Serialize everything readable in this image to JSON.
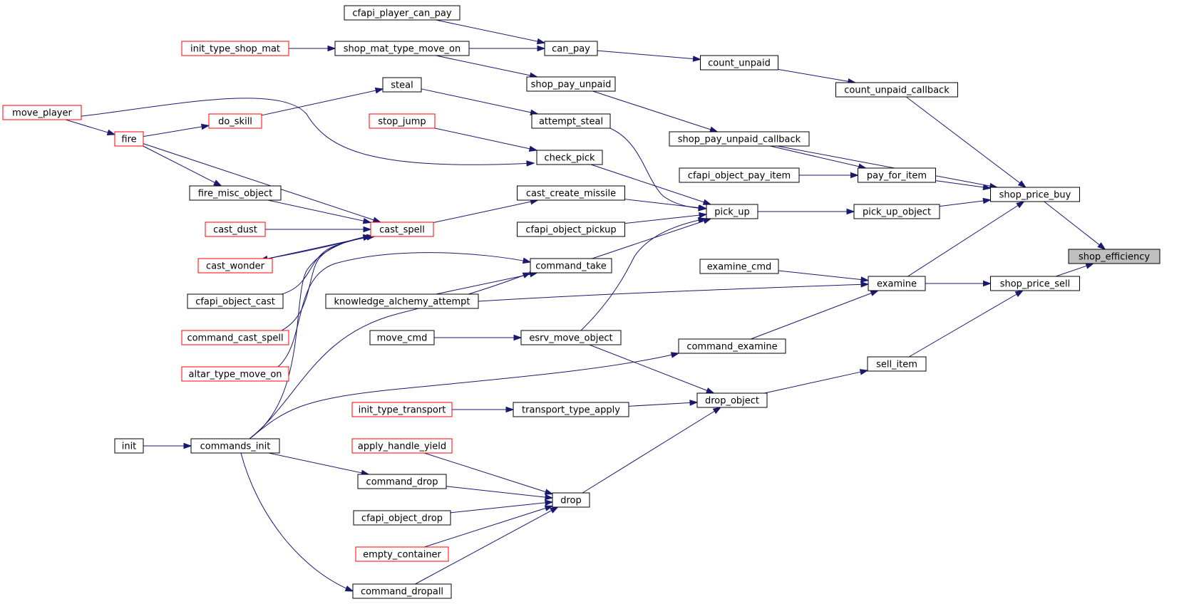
{
  "graph": {
    "title": "",
    "colors": {
      "edge": "#191970",
      "normal_border": "#000000",
      "normal_fill": "#ffffff",
      "truncated_border": "#ff0000",
      "selected_fill": "#bfbfbf",
      "text": "#000000"
    },
    "nodes": [
      {
        "id": "shop_efficiency",
        "label": "shop_efficiency",
        "style": "selected"
      },
      {
        "id": "shop_price_buy",
        "label": "shop_price_buy",
        "style": "normal"
      },
      {
        "id": "shop_price_sell",
        "label": "shop_price_sell",
        "style": "normal"
      },
      {
        "id": "count_unpaid_callback",
        "label": "count_unpaid_callback",
        "style": "normal"
      },
      {
        "id": "pay_for_item",
        "label": "pay_for_item",
        "style": "normal"
      },
      {
        "id": "pick_up_object",
        "label": "pick_up_object",
        "style": "normal"
      },
      {
        "id": "examine",
        "label": "examine",
        "style": "normal"
      },
      {
        "id": "sell_item",
        "label": "sell_item",
        "style": "normal"
      },
      {
        "id": "count_unpaid",
        "label": "count_unpaid",
        "style": "normal"
      },
      {
        "id": "shop_pay_unpaid_callback",
        "label": "shop_pay_unpaid_callback",
        "style": "normal"
      },
      {
        "id": "cfapi_object_pay_item",
        "label": "cfapi_object_pay_item",
        "style": "normal"
      },
      {
        "id": "pick_up",
        "label": "pick_up",
        "style": "normal"
      },
      {
        "id": "examine_cmd",
        "label": "examine_cmd",
        "style": "normal"
      },
      {
        "id": "command_examine",
        "label": "command_examine",
        "style": "normal"
      },
      {
        "id": "drop_object",
        "label": "drop_object",
        "style": "normal"
      },
      {
        "id": "can_pay",
        "label": "can_pay",
        "style": "normal"
      },
      {
        "id": "shop_pay_unpaid",
        "label": "shop_pay_unpaid",
        "style": "normal"
      },
      {
        "id": "attempt_steal",
        "label": "attempt_steal",
        "style": "normal"
      },
      {
        "id": "check_pick",
        "label": "check_pick",
        "style": "normal"
      },
      {
        "id": "cast_create_missile",
        "label": "cast_create_missile",
        "style": "normal"
      },
      {
        "id": "cfapi_object_pickup",
        "label": "cfapi_object_pickup",
        "style": "normal"
      },
      {
        "id": "command_take",
        "label": "command_take",
        "style": "normal"
      },
      {
        "id": "esrv_move_object",
        "label": "esrv_move_object",
        "style": "normal"
      },
      {
        "id": "transport_type_apply",
        "label": "transport_type_apply",
        "style": "normal"
      },
      {
        "id": "drop",
        "label": "drop",
        "style": "normal"
      },
      {
        "id": "cfapi_player_can_pay",
        "label": "cfapi_player_can_pay",
        "style": "normal"
      },
      {
        "id": "shop_mat_type_move_on",
        "label": "shop_mat_type_move_on",
        "style": "normal"
      },
      {
        "id": "steal",
        "label": "steal",
        "style": "normal"
      },
      {
        "id": "stop_jump",
        "label": "stop_jump",
        "style": "truncated"
      },
      {
        "id": "cast_spell",
        "label": "cast_spell",
        "style": "truncated"
      },
      {
        "id": "knowledge_alchemy_attempt",
        "label": "knowledge_alchemy_attempt",
        "style": "normal"
      },
      {
        "id": "move_cmd",
        "label": "move_cmd",
        "style": "normal"
      },
      {
        "id": "init_type_transport",
        "label": "init_type_transport",
        "style": "truncated"
      },
      {
        "id": "apply_handle_yield",
        "label": "apply_handle_yield",
        "style": "truncated"
      },
      {
        "id": "command_drop",
        "label": "command_drop",
        "style": "normal"
      },
      {
        "id": "cfapi_object_drop",
        "label": "cfapi_object_drop",
        "style": "normal"
      },
      {
        "id": "empty_container",
        "label": "empty_container",
        "style": "truncated"
      },
      {
        "id": "command_dropall",
        "label": "command_dropall",
        "style": "normal"
      },
      {
        "id": "init_type_shop_mat",
        "label": "init_type_shop_mat",
        "style": "truncated"
      },
      {
        "id": "do_skill",
        "label": "do_skill",
        "style": "truncated"
      },
      {
        "id": "fire_misc_object",
        "label": "fire_misc_object",
        "style": "normal"
      },
      {
        "id": "cast_dust",
        "label": "cast_dust",
        "style": "truncated"
      },
      {
        "id": "cast_wonder",
        "label": "cast_wonder",
        "style": "truncated"
      },
      {
        "id": "cfapi_object_cast",
        "label": "cfapi_object_cast",
        "style": "normal"
      },
      {
        "id": "command_cast_spell",
        "label": "command_cast_spell",
        "style": "truncated"
      },
      {
        "id": "altar_type_move_on",
        "label": "altar_type_move_on",
        "style": "truncated"
      },
      {
        "id": "commands_init",
        "label": "commands_init",
        "style": "normal"
      },
      {
        "id": "move_player",
        "label": "move_player",
        "style": "truncated"
      },
      {
        "id": "fire",
        "label": "fire",
        "style": "truncated"
      },
      {
        "id": "init",
        "label": "init",
        "style": "normal"
      }
    ],
    "edges": [
      {
        "from": "shop_price_buy",
        "to": "shop_efficiency"
      },
      {
        "from": "shop_price_sell",
        "to": "shop_efficiency"
      },
      {
        "from": "count_unpaid_callback",
        "to": "shop_price_buy"
      },
      {
        "from": "shop_pay_unpaid_callback",
        "to": "shop_price_buy"
      },
      {
        "from": "pay_for_item",
        "to": "shop_price_buy"
      },
      {
        "from": "pick_up_object",
        "to": "shop_price_buy"
      },
      {
        "from": "examine",
        "to": "shop_price_buy"
      },
      {
        "from": "examine",
        "to": "shop_price_sell"
      },
      {
        "from": "sell_item",
        "to": "shop_price_sell"
      },
      {
        "from": "count_unpaid",
        "to": "count_unpaid_callback"
      },
      {
        "from": "can_pay",
        "to": "count_unpaid"
      },
      {
        "from": "cfapi_player_can_pay",
        "to": "can_pay"
      },
      {
        "from": "shop_mat_type_move_on",
        "to": "can_pay"
      },
      {
        "from": "init_type_shop_mat",
        "to": "shop_mat_type_move_on"
      },
      {
        "from": "shop_mat_type_move_on",
        "to": "shop_pay_unpaid"
      },
      {
        "from": "shop_pay_unpaid",
        "to": "shop_pay_unpaid_callback"
      },
      {
        "from": "shop_pay_unpaid_callback",
        "to": "pay_for_item"
      },
      {
        "from": "cfapi_object_pay_item",
        "to": "pay_for_item"
      },
      {
        "from": "pick_up",
        "to": "pick_up_object"
      },
      {
        "from": "steal",
        "to": "attempt_steal"
      },
      {
        "from": "attempt_steal",
        "to": "pick_up"
      },
      {
        "from": "stop_jump",
        "to": "check_pick"
      },
      {
        "from": "move_player",
        "to": "check_pick"
      },
      {
        "from": "check_pick",
        "to": "pick_up"
      },
      {
        "from": "cast_create_missile",
        "to": "pick_up"
      },
      {
        "from": "cfapi_object_pickup",
        "to": "pick_up"
      },
      {
        "from": "command_take",
        "to": "pick_up"
      },
      {
        "from": "esrv_move_object",
        "to": "pick_up"
      },
      {
        "from": "cast_spell",
        "to": "cast_create_missile"
      },
      {
        "from": "knowledge_alchemy_attempt",
        "to": "command_take"
      },
      {
        "from": "commands_init",
        "to": "command_take"
      },
      {
        "from": "move_cmd",
        "to": "esrv_move_object"
      },
      {
        "from": "examine_cmd",
        "to": "examine"
      },
      {
        "from": "knowledge_alchemy_attempt",
        "to": "examine"
      },
      {
        "from": "command_examine",
        "to": "examine"
      },
      {
        "from": "commands_init",
        "to": "command_examine"
      },
      {
        "from": "drop_object",
        "to": "sell_item"
      },
      {
        "from": "esrv_move_object",
        "to": "drop_object"
      },
      {
        "from": "transport_type_apply",
        "to": "drop_object"
      },
      {
        "from": "drop",
        "to": "drop_object"
      },
      {
        "from": "init_type_transport",
        "to": "transport_type_apply"
      },
      {
        "from": "apply_handle_yield",
        "to": "drop"
      },
      {
        "from": "command_drop",
        "to": "drop"
      },
      {
        "from": "cfapi_object_drop",
        "to": "drop"
      },
      {
        "from": "empty_container",
        "to": "drop"
      },
      {
        "from": "command_dropall",
        "to": "drop"
      },
      {
        "from": "commands_init",
        "to": "command_drop"
      },
      {
        "from": "commands_init",
        "to": "command_dropall"
      },
      {
        "from": "init",
        "to": "commands_init"
      },
      {
        "from": "move_player",
        "to": "fire"
      },
      {
        "from": "fire",
        "to": "do_skill"
      },
      {
        "from": "do_skill",
        "to": "steal"
      },
      {
        "from": "fire",
        "to": "cast_spell"
      },
      {
        "from": "fire",
        "to": "fire_misc_object"
      },
      {
        "from": "fire_misc_object",
        "to": "cast_spell"
      },
      {
        "from": "cast_dust",
        "to": "cast_spell"
      },
      {
        "from": "cast_wonder",
        "to": "cast_spell"
      },
      {
        "from": "cast_spell",
        "to": "cast_wonder"
      },
      {
        "from": "cfapi_object_cast",
        "to": "cast_spell"
      },
      {
        "from": "command_cast_spell",
        "to": "cast_spell"
      },
      {
        "from": "altar_type_move_on",
        "to": "command_take"
      },
      {
        "from": "commands_init",
        "to": "cast_spell"
      }
    ]
  }
}
